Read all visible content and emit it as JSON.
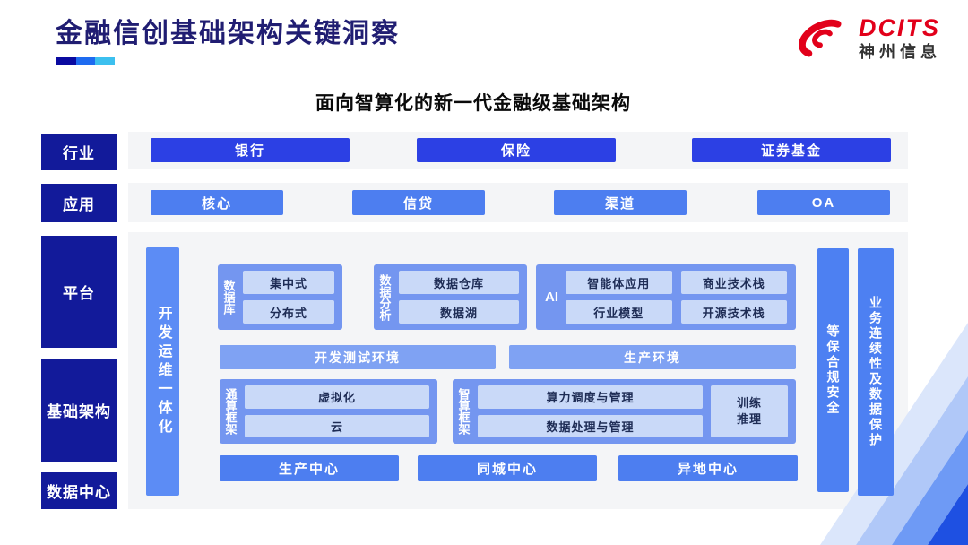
{
  "header": {
    "title": "金融信创基础架构关键洞察",
    "logo_brand": "DCITS",
    "logo_company": "神州信息"
  },
  "subtitle": "面向智算化的新一代金融级基础架构",
  "colors": {
    "title_navy": "#201d72",
    "rail_navy": "#121a9a",
    "industry_blue": "#2c40e4",
    "app_blue": "#4d7ef0",
    "group_blue": "#7496f0",
    "inner_light_blue": "#c9d9f8",
    "pillar_blue": "#5c8cf5",
    "panel_gray": "#f4f5f7",
    "logo_red": "#e2001a"
  },
  "rail": {
    "labels": [
      "行业",
      "应用",
      "平台",
      "基础架构",
      "数据中心"
    ]
  },
  "industry": {
    "items": [
      "银行",
      "保险",
      "证券基金"
    ]
  },
  "application": {
    "items": [
      "核心",
      "信贷",
      "渠道",
      "OA"
    ]
  },
  "platform": {
    "devops_bar": "开发运维一体化",
    "database": {
      "label": "数据库",
      "items": [
        "集中式",
        "分布式"
      ]
    },
    "analytics": {
      "label": "数据分析",
      "items": [
        "数据仓库",
        "数据湖"
      ]
    },
    "ai": {
      "label": "AI",
      "items": [
        "智能体应用",
        "商业技术栈",
        "行业模型",
        "开源技术栈"
      ]
    },
    "environments": [
      "开发测试环境",
      "生产环境"
    ],
    "general_compute": {
      "label": "通算框架",
      "items": [
        "虚拟化",
        "云"
      ]
    },
    "intelligent_compute": {
      "label": "智算框架",
      "items": [
        "算力调度与管理",
        "数据处理与管理"
      ],
      "side_lines": [
        "训练",
        "推理"
      ]
    },
    "datacenters": [
      "生产中心",
      "同城中心",
      "异地中心"
    ],
    "security_bar": "等保合规安全",
    "continuity_bar": "业务连续性及数据保护"
  }
}
